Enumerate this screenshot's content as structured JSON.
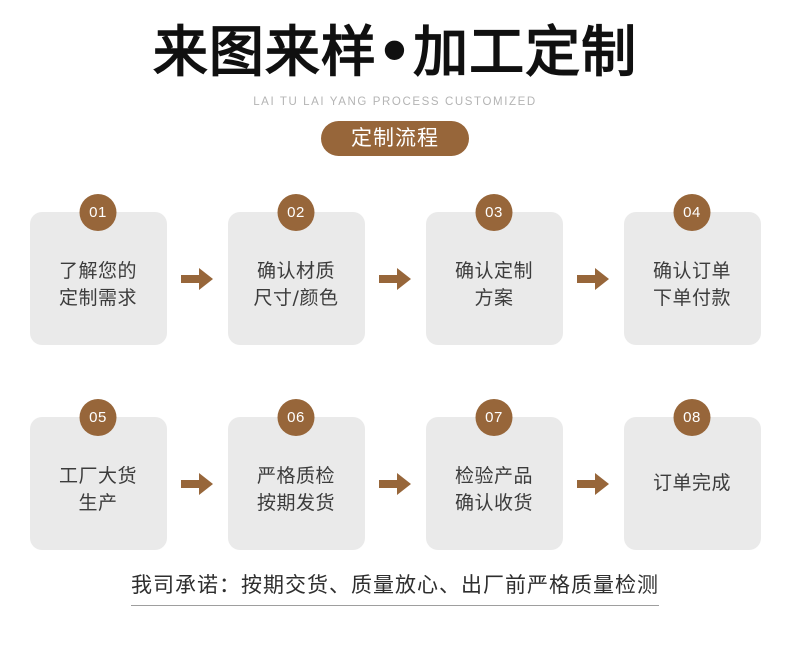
{
  "header": {
    "title": "来图来样•加工定制",
    "subtitle": "LAI TU LAI YANG PROCESS CUSTOMIZED",
    "badge_label": "定制流程"
  },
  "colors": {
    "brand_brown": "#97663a",
    "card_gray": "#eaeaea",
    "title_black": "#101010",
    "subtitle_gray": "#b4b4b4",
    "card_text": "#3c3c3c",
    "page_background": "#ffffff"
  },
  "steps": {
    "arrow_icon": "arrow-right-icon",
    "rows": [
      [
        {
          "number": "01",
          "line1": "了解您的",
          "line2": "定制需求"
        },
        {
          "number": "02",
          "line1": "确认材质",
          "line2": "尺寸/颜色"
        },
        {
          "number": "03",
          "line1": "确认定制",
          "line2": "方案"
        },
        {
          "number": "04",
          "line1": "确认订单",
          "line2": "下单付款"
        }
      ],
      [
        {
          "number": "05",
          "line1": "工厂大货",
          "line2": "生产"
        },
        {
          "number": "06",
          "line1": "严格质检",
          "line2": "按期发货"
        },
        {
          "number": "07",
          "line1": "检验产品",
          "line2": "确认收货"
        },
        {
          "number": "08",
          "line1": "订单完成",
          "line2": ""
        }
      ]
    ]
  },
  "footer": {
    "promise": "我司承诺：按期交货、质量放心、出厂前严格质量检测"
  }
}
